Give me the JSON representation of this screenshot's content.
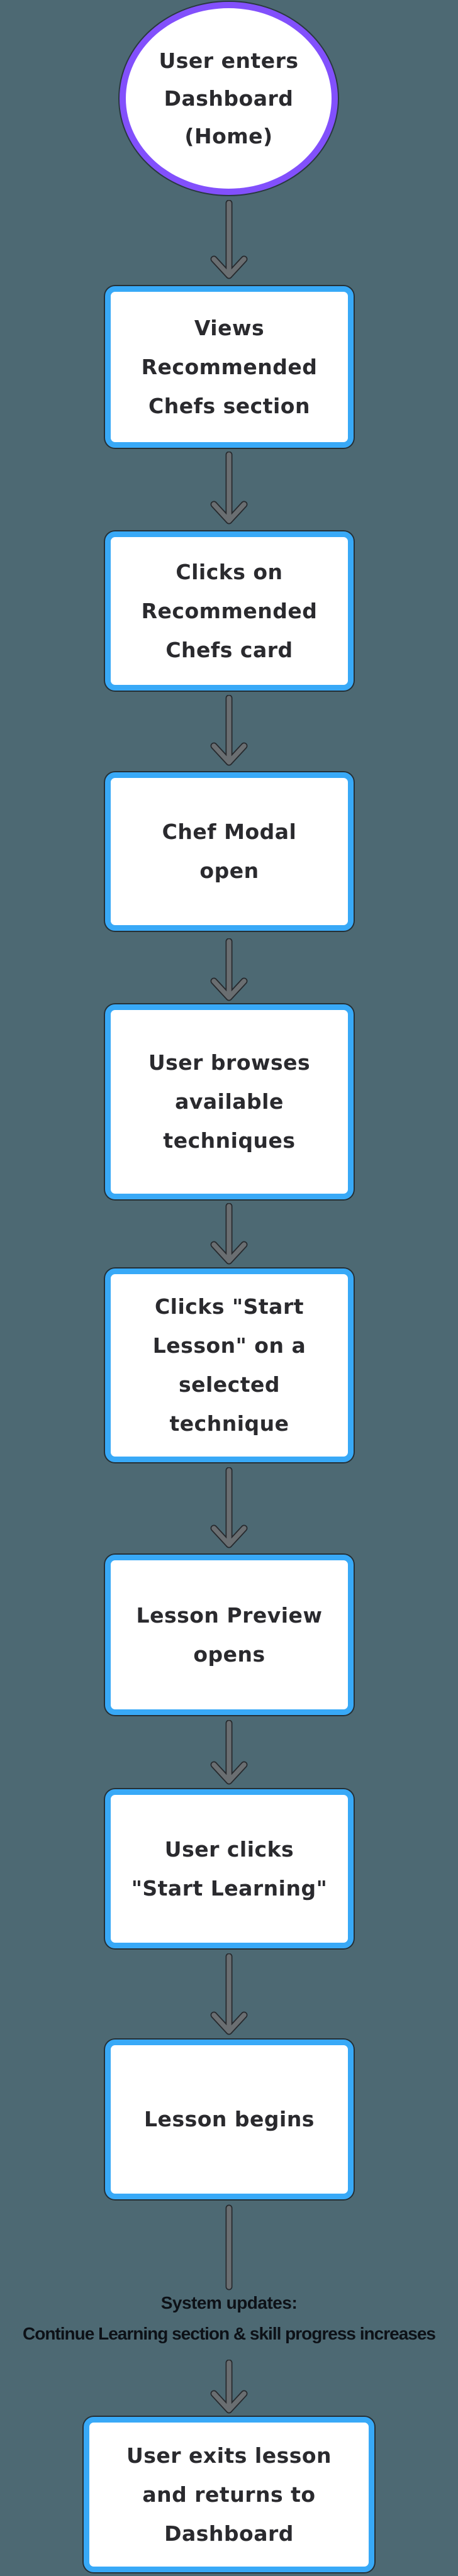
{
  "diagram": {
    "kind": "flowchart",
    "direction": "top-down"
  },
  "colors": {
    "background": "#4d6973",
    "node_fill": "#ffffff",
    "step_border_blue": "#38a9f7",
    "start_border_purple": "#8250fc",
    "arrow_gray": "#6a6e71",
    "node_text": "#2a2a2e",
    "edge_label_text": "#0d1117"
  },
  "flow": {
    "start": {
      "shape": "ellipse",
      "text": "User enters\nDashboard\n(Home)"
    },
    "nodes": [
      {
        "shape": "rect",
        "text": "Views\nRecommended\nChefs section"
      },
      {
        "shape": "rect",
        "text": "Clicks on\nRecommended\nChefs card"
      },
      {
        "shape": "rect",
        "text": "Chef Modal\nopen"
      },
      {
        "shape": "rect",
        "text": "User browses\navailable\ntechniques"
      },
      {
        "shape": "rect",
        "text": "Clicks \"Start\nLesson\" on a\nselected\ntechnique"
      },
      {
        "shape": "rect",
        "text": "Lesson Preview\nopens"
      },
      {
        "shape": "rect",
        "text": "User clicks\n\"Start Learning\""
      },
      {
        "shape": "rect",
        "text": "Lesson begins"
      },
      {
        "shape": "rect",
        "text": "User exits lesson\nand returns to\nDashboard"
      }
    ],
    "edge_label": {
      "line1": "System updates:",
      "line2": "Continue Learning section &  skill progress increases"
    }
  }
}
